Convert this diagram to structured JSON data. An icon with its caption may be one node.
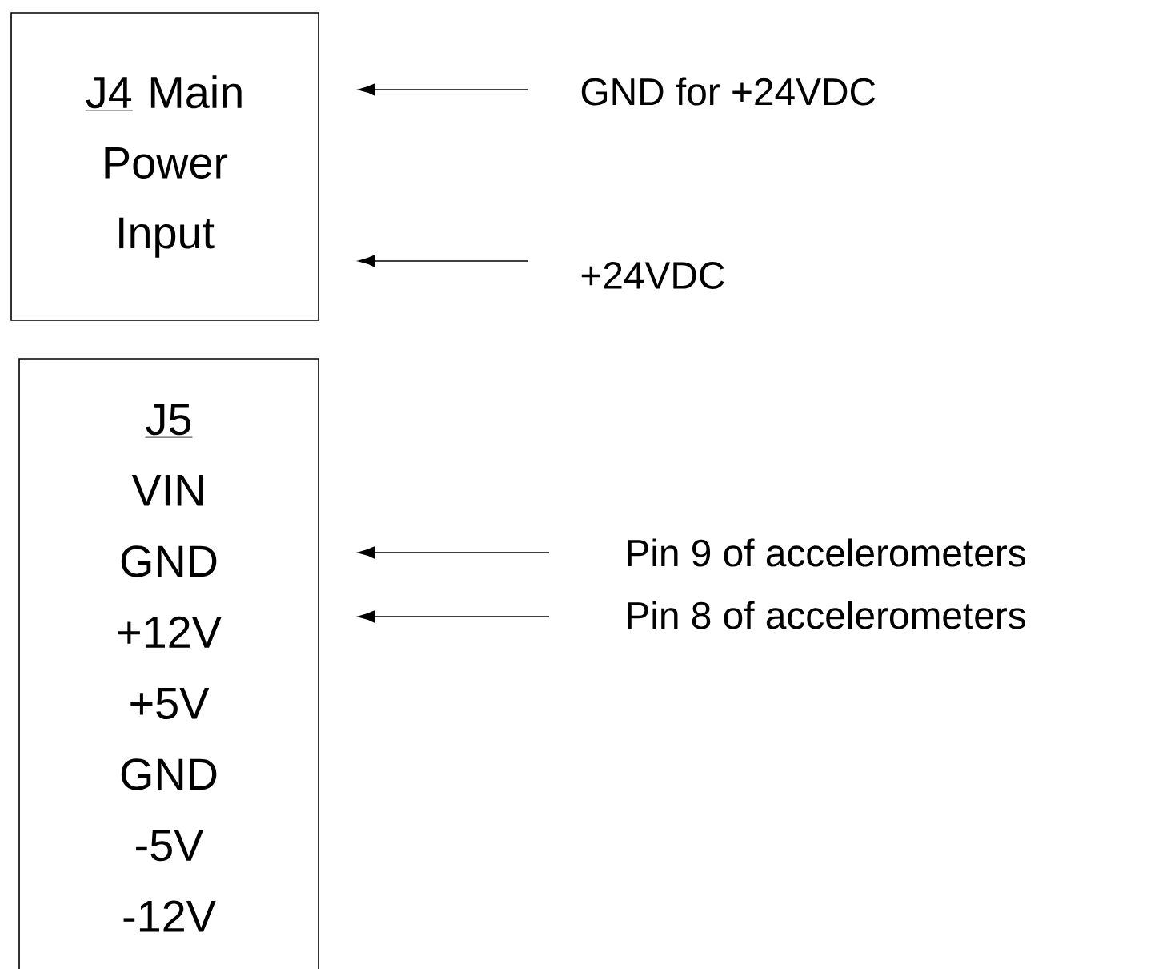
{
  "diagram": {
    "nodes": [
      {
        "text": [
          "J4",
          "Main Power Input"
        ]
      },
      {
        "text": [
          "J5",
          "VIN",
          "GND",
          "+12V",
          "+5V",
          "GND",
          "-5V",
          "-12V"
        ]
      },
      {
        "text": [
          "GND for +24VDC"
        ]
      },
      {
        "text": [
          "+24VDC"
        ]
      },
      {
        "text": [
          "Pin 9 of accelerometers"
        ]
      },
      {
        "text": [
          "Pin 8 of accelerometers"
        ]
      }
    ],
    "edges": [
      {
        "from": 2,
        "to": 0,
        "arrow": "to"
      },
      {
        "from": 3,
        "to": 0,
        "arrow": "to"
      },
      {
        "from": 4,
        "to": 1,
        "arrow": "to"
      },
      {
        "from": 5,
        "to": 1,
        "arrow": "to"
      }
    ]
  }
}
